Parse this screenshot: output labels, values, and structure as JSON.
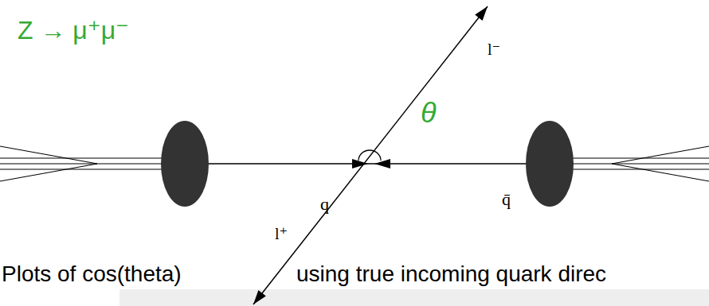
{
  "diagram": {
    "title": "Z → μ⁺μ⁻",
    "labels": [
      "θ",
      "q",
      "q̄",
      "l⁻",
      "l⁺",
      "Plots of cos(theta)",
      "using true incoming quark direc"
    ]
  }
}
